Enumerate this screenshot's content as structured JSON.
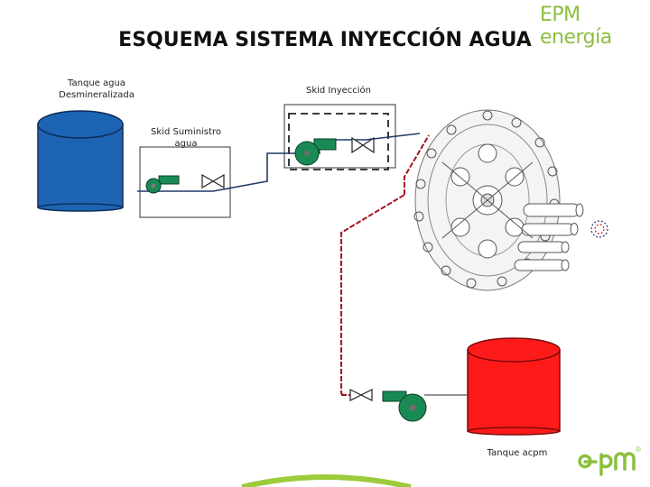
{
  "title": "ESQUEMA SISTEMA INYECCIÓN AGUA",
  "brand": {
    "header_text": "EPM energía",
    "logo_text": "epm",
    "registered_mark": "®",
    "accent_color": "#8cbf3f"
  },
  "labels": {
    "tank_water": "Tanque agua Desmineralizada",
    "skid_injection": "Skid Inyección",
    "skid_supply": "Skid Suministro agua",
    "tank_acpm": "Tanque acpm"
  },
  "colors": {
    "water_tank": "#1e64b4",
    "acpm_tank": "#ff1a1a",
    "pump": "#1a8a55",
    "water_line": "#1f3a6b",
    "acpm_line": "#a0141e"
  }
}
